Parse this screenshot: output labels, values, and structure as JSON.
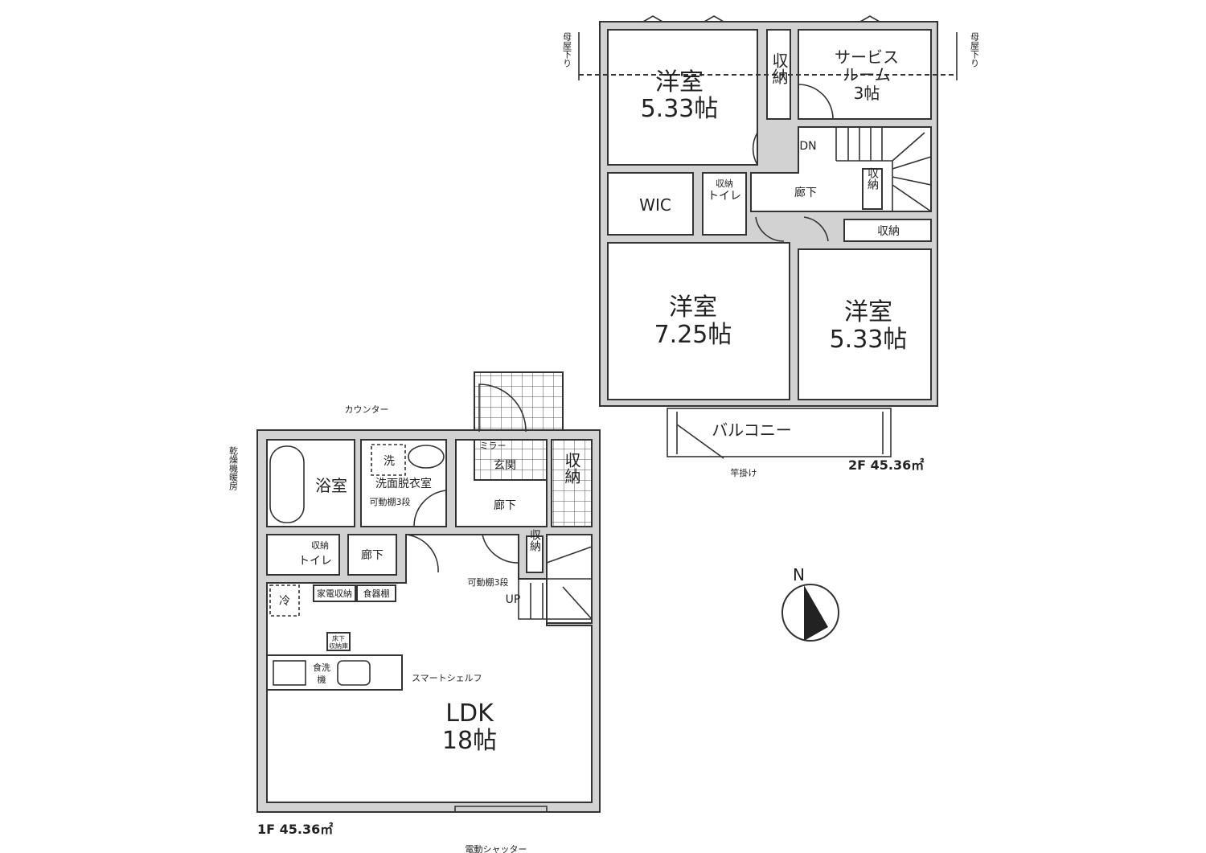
{
  "floor2": {
    "label": "2F 45.36㎡",
    "rooms": {
      "western_a": {
        "name": "洋室",
        "size": "5.33帖"
      },
      "storage_a": "収納",
      "service_room": {
        "name1": "サービス",
        "name2": "ルーム",
        "size": "3帖"
      },
      "stairs_dn": "DN",
      "wic": "WIC",
      "toilet_storage": "収納",
      "toilet": "トイレ",
      "hall": "廊下",
      "storage_b": "収納",
      "storage_c": "収納",
      "western_b": {
        "name": "洋室",
        "size": "7.25帖"
      },
      "western_c": {
        "name": "洋室",
        "size": "5.33帖"
      },
      "balcony": "バルコニー",
      "pole_hanger": "竿掛け",
      "roof_note_left": "母屋下り",
      "roof_note_right": "母屋下り"
    }
  },
  "floor1": {
    "label": "1F 45.36㎡",
    "rooms": {
      "counter": "カウンター",
      "dryer": "乾燥機暖房",
      "bath": "浴室",
      "washroom": "洗面脱衣室",
      "washer": "洗",
      "shelf_wash": "可動棚3段",
      "mirror": "ミラー",
      "entrance": "玄関",
      "hall_a": "廊下",
      "storage_entrance": "収納",
      "toilet_storage": "収納",
      "toilet": "トイレ",
      "hall_b": "廊下",
      "storage_stairs": "収納",
      "shelf_stairs": "可動棚3段",
      "stairs_up": "UP",
      "fridge": "冷",
      "appliance_storage": "家電収納",
      "cupboard": "食器棚",
      "underfloor_1": "床下",
      "underfloor_2": "収納庫",
      "dishwasher_1": "食洗",
      "dishwasher_2": "機",
      "smart_shelf": "スマートシェルフ",
      "ldk": {
        "name": "LDK",
        "size": "18帖"
      },
      "shutter": "電動シャッター"
    }
  },
  "compass": {
    "label": "N"
  }
}
